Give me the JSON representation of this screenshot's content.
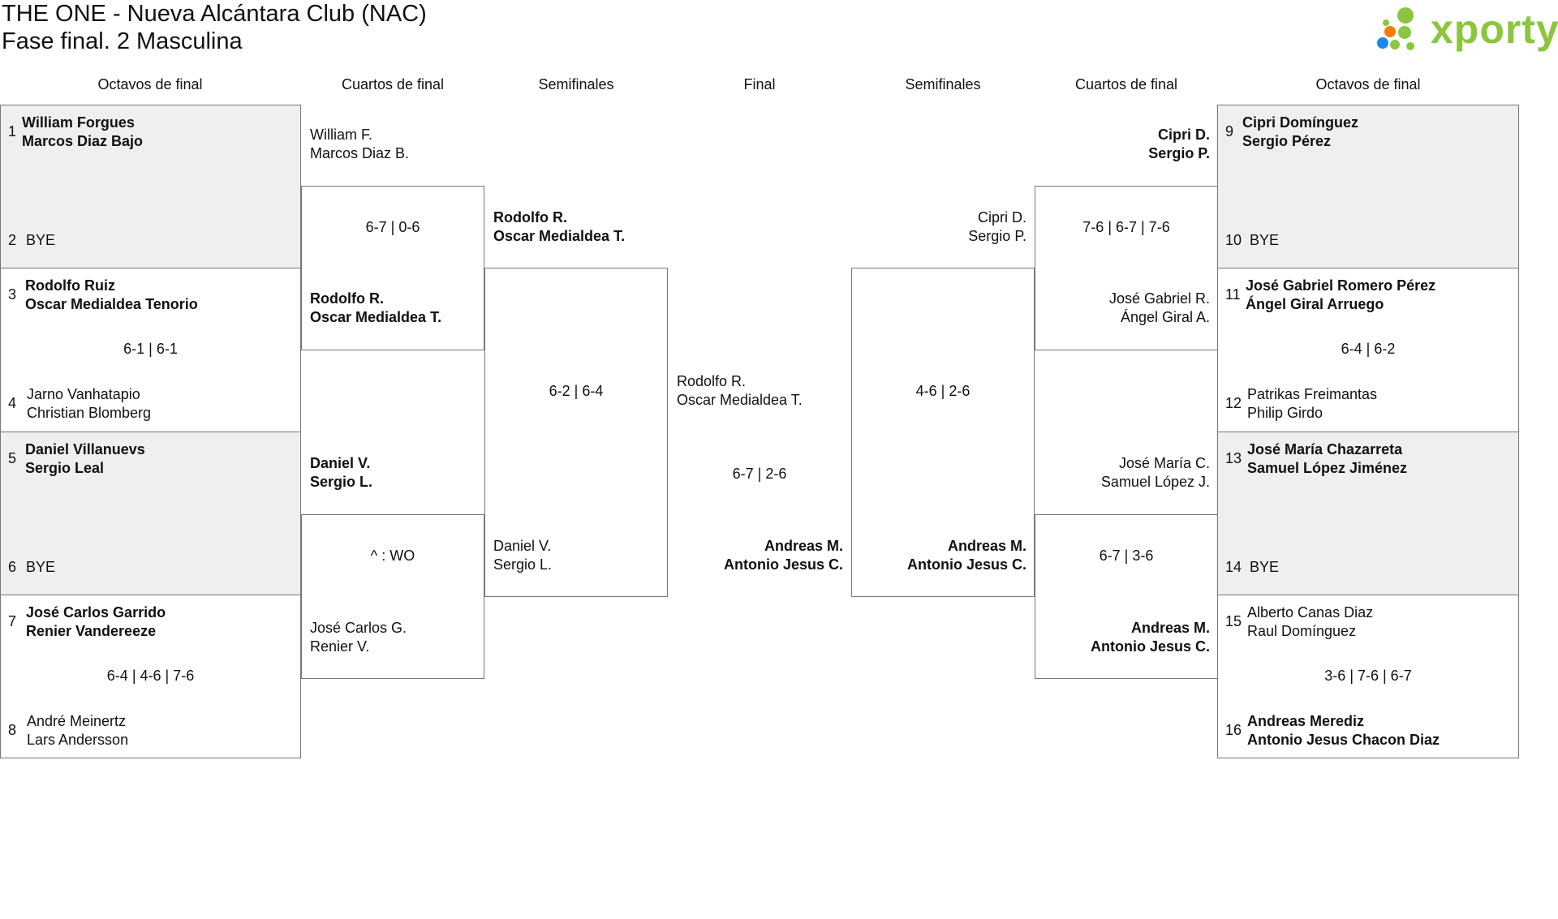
{
  "header": {
    "title": "THE ONE - Nueva Alcántara Club (NAC)",
    "subtitle": "Fase final. 2 Masculina",
    "logo_text": "xporty"
  },
  "columns": {
    "octavos_left": "Octavos de final",
    "cuartos_left": "Cuartos de final",
    "semis_left": "Semifinales",
    "final": "Final",
    "semis_right": "Semifinales",
    "cuartos_right": "Cuartos de final",
    "octavos_right": "Octavos de final"
  },
  "left_octavos": [
    {
      "seed_a": "1",
      "a1": "William Forgues",
      "a2": "Marcos Diaz Bajo",
      "seed_b": "2",
      "b1": "BYE",
      "score": ""
    },
    {
      "seed_a": "3",
      "a1": "Rodolfo Ruiz",
      "a2": "Oscar Medialdea Tenorio",
      "seed_b": "4",
      "b1": "Jarno Vanhatapio",
      "b2": "Christian Blomberg",
      "score": "6-1 | 6-1"
    },
    {
      "seed_a": "5",
      "a1": "Daniel Villanuevs",
      "a2": "Sergio Leal",
      "seed_b": "6",
      "b1": "BYE",
      "score": ""
    },
    {
      "seed_a": "7",
      "a1": "José Carlos Garrido",
      "a2": "Renier Vandereeze",
      "seed_b": "8",
      "b1": "André Meinertz",
      "b2": "Lars Andersson",
      "score": "6-4 | 4-6 | 7-6"
    }
  ],
  "left_cuartos": [
    {
      "a1": "William F.",
      "a2": "Marcos Diaz B.",
      "b1": "Rodolfo R.",
      "b2": "Oscar Medialdea T.",
      "score": "6-7 | 0-6"
    },
    {
      "a1": "Daniel V.",
      "a2": "Sergio L.",
      "b1": "José Carlos G.",
      "b2": "Renier V.",
      "score": "^ : WO"
    }
  ],
  "left_semi": {
    "a1": "Rodolfo R.",
    "a2": "Oscar Medialdea T.",
    "b1": "Daniel V.",
    "b2": "Sergio L.",
    "score": "6-2 | 6-4"
  },
  "final": {
    "a1": "Rodolfo R.",
    "a2": "Oscar Medialdea T.",
    "b1": "Andreas M.",
    "b2": "Antonio Jesus C.",
    "score": "6-7 | 2-6"
  },
  "right_semi": {
    "a1": "Cipri D.",
    "a2": "Sergio P.",
    "b1": "Andreas M.",
    "b2": "Antonio Jesus C.",
    "score": "4-6 | 2-6"
  },
  "right_cuartos": [
    {
      "a1": "Cipri D.",
      "a2": "Sergio P.",
      "b1": "José Gabriel R.",
      "b2": "Ángel Giral A.",
      "score": "7-6 | 6-7 | 7-6"
    },
    {
      "a1": "José María C.",
      "a2": "Samuel López J.",
      "b1": "Andreas M.",
      "b2": "Antonio Jesus C.",
      "score": "6-7 | 3-6"
    }
  ],
  "right_octavos": [
    {
      "seed_a": "9",
      "a1": "Cipri Domínguez",
      "a2": "Sergio Pérez",
      "seed_b": "10",
      "b1": "BYE",
      "score": ""
    },
    {
      "seed_a": "11",
      "a1": "José Gabriel Romero Pérez",
      "a2": "Ángel Giral Arruego",
      "seed_b": "12",
      "b1": "Patrikas Freimantas",
      "b2": "Philip Girdo",
      "score": "6-4 | 6-2"
    },
    {
      "seed_a": "13",
      "a1": "José María Chazarreta",
      "a2": "Samuel López Jiménez",
      "seed_b": "14",
      "b1": "BYE",
      "score": ""
    },
    {
      "seed_a": "15",
      "a1": "Alberto Canas Diaz",
      "a2": "Raul Domínguez",
      "seed_b": "16",
      "b1": "Andreas Merediz",
      "b2": "Antonio Jesus Chacon Diaz",
      "score": "3-6 | 7-6 | 6-7"
    }
  ],
  "colors": {
    "logo_green": "#8cc63f",
    "logo_blue": "#1e88e5",
    "logo_orange": "#f57c00",
    "shade": "#efefef"
  }
}
